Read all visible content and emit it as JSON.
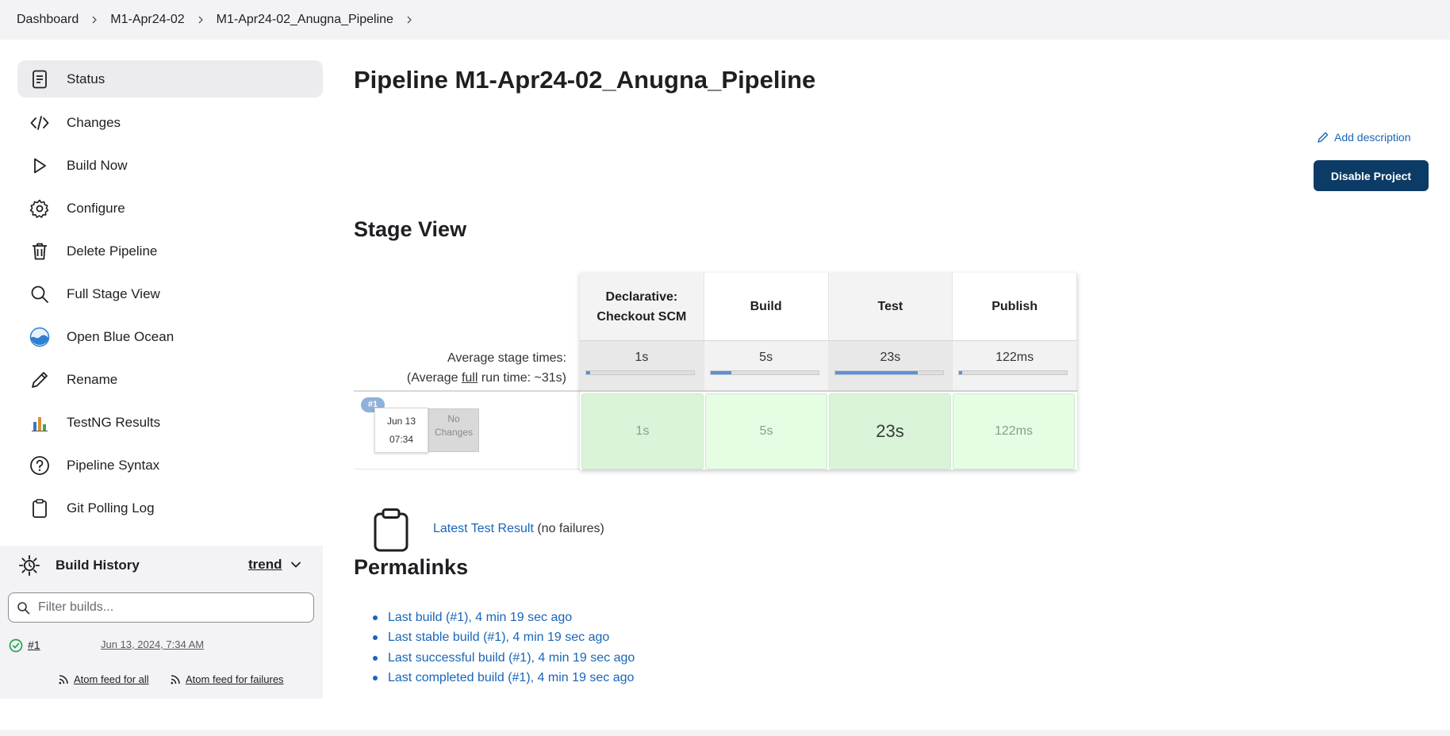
{
  "breadcrumb": {
    "items": [
      "Dashboard",
      "M1-Apr24-02",
      "M1-Apr24-02_Anugna_Pipeline"
    ]
  },
  "sidebar": {
    "tasks": [
      {
        "label": "Status",
        "icon": "status-icon",
        "active": true
      },
      {
        "label": "Changes",
        "icon": "code-icon"
      },
      {
        "label": "Build Now",
        "icon": "play-icon"
      },
      {
        "label": "Configure",
        "icon": "gear-icon"
      },
      {
        "label": "Delete Pipeline",
        "icon": "trash-icon"
      },
      {
        "label": "Full Stage View",
        "icon": "search-icon"
      },
      {
        "label": "Open Blue Ocean",
        "icon": "blue-ocean-icon"
      },
      {
        "label": "Rename",
        "icon": "pencil-icon"
      },
      {
        "label": "TestNG Results",
        "icon": "testng-chart-icon"
      },
      {
        "label": "Pipeline Syntax",
        "icon": "help-circle-icon"
      },
      {
        "label": "Git Polling Log",
        "icon": "clipboard-icon"
      }
    ],
    "build_history": {
      "title": "Build History",
      "trend_label": "trend",
      "filter_placeholder": "Filter builds...",
      "builds": [
        {
          "number": "#1",
          "date": "Jun 13, 2024, 7:34 AM",
          "status": "success"
        }
      ],
      "feed_all": "Atom feed for all",
      "feed_failures": "Atom feed for failures"
    }
  },
  "main": {
    "title": "Pipeline M1-Apr24-02_Anugna_Pipeline",
    "add_description": "Add description",
    "disable_project": "Disable Project",
    "stage_view_title": "Stage View",
    "stage_view": {
      "avg_label_line1": "Average stage times:",
      "avg_label_line2_pre": "(Average ",
      "avg_label_line2_full": "full",
      "avg_label_line2_post": " run time: ~31s)",
      "stages": [
        {
          "name": "Declarative: Checkout SCM",
          "avg": "1s",
          "avg_fraction": 0.04
        },
        {
          "name": "Build",
          "avg": "5s",
          "avg_fraction": 0.19
        },
        {
          "name": "Test",
          "avg": "23s",
          "avg_fraction": 0.77
        },
        {
          "name": "Publish",
          "avg": "122ms",
          "avg_fraction": 0.01
        }
      ],
      "build": {
        "badge": "#1",
        "date": "Jun 13",
        "time": "07:34",
        "changes": "No Changes",
        "durations": [
          "1s",
          "5s",
          "23s",
          "122ms"
        ]
      }
    },
    "test_result": {
      "link": "Latest Test Result",
      "note": "(no failures)"
    },
    "permalinks_title": "Permalinks",
    "permalinks": [
      "Last build (#1), 4 min 19 sec ago",
      "Last stable build (#1), 4 min 19 sec ago",
      "Last successful build (#1), 4 min 19 sec ago",
      "Last completed build (#1), 4 min 19 sec ago"
    ]
  },
  "colors": {
    "link": "#1866b8",
    "primary_button": "#0c3c66",
    "success": "#1ea64b",
    "stage_success_bg": "#e4fde3"
  }
}
